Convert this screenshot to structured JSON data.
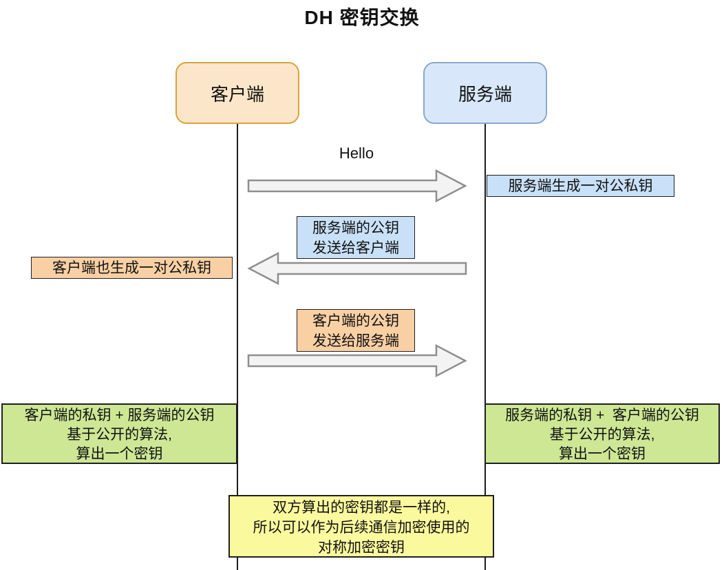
{
  "title": "DH 密钥交换",
  "actors": {
    "client": "客户端",
    "server": "服务端"
  },
  "flow": {
    "hello_label": "Hello",
    "server_keygen_note": "服务端生成一对公私钥",
    "server_pubkey_msg": [
      "服务端的公钥",
      "发送给客户端"
    ],
    "client_keygen_note": "客户端也生成一对公私钥",
    "client_pubkey_msg": [
      "客户端的公钥",
      "发送给服务端"
    ]
  },
  "notes": {
    "client_compute": [
      "客户端的私钥 + 服务端的公钥",
      "基于公开的算法,",
      "算出一个密钥"
    ],
    "server_compute": [
      "服务端的私钥 +  客户端的公钥",
      "基于公开的算法,",
      "算出一个密钥"
    ],
    "conclusion": [
      "双方算出的密钥都是一样的,",
      "所以可以作为后续通信加密使用的",
      "对称加密密钥"
    ]
  },
  "colors": {
    "client_fill": "#fce6c9",
    "client_border": "#d9a43a",
    "server_fill": "#d8e8fa",
    "server_border": "#8ba7cb",
    "blue_note_fill": "#c9e1f8",
    "orange_note_fill": "#f9d0a4",
    "green_note_fill": "#cde795",
    "yellow_note_fill": "#fbf99e",
    "arrow_fill": "#f3f3f3",
    "arrow_stroke": "#8e8e8e"
  }
}
